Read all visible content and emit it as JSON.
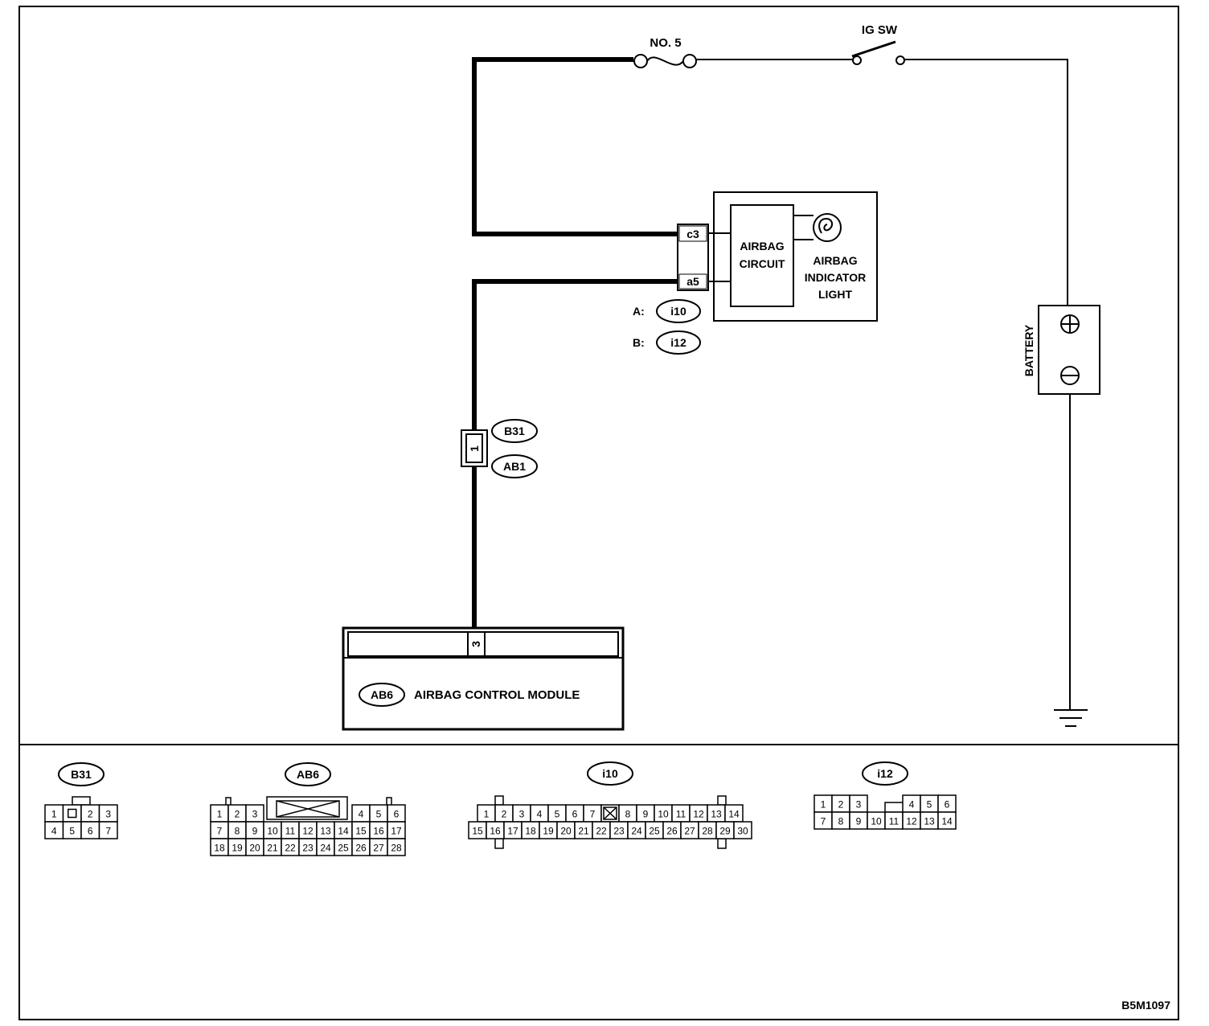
{
  "diagram": {
    "fuse": "NO. 5",
    "ignition_switch": "IG SW",
    "battery": "BATTERY",
    "battery_plus": "⊕",
    "battery_minus": "⊖",
    "combination_meter": {
      "pin_top": "c3",
      "pin_bottom": "a5",
      "circuit_line1": "AIRBAG",
      "circuit_line2": "CIRCUIT",
      "light_line1": "AIRBAG",
      "light_line2": "INDICATOR",
      "light_line3": "LIGHT",
      "connector_a_label": "A:",
      "connector_a": "i10",
      "connector_b_label": "B:",
      "connector_b": "i12"
    },
    "joint_connector": {
      "pin": "1",
      "upper": "B31",
      "lower": "AB1"
    },
    "control_module": {
      "pin": "3",
      "connector": "AB6",
      "name": "AIRBAG CONTROL MODULE"
    },
    "figure_id": "B5M1097"
  },
  "connectors": {
    "b31": {
      "name": "B31",
      "row1": [
        "1",
        "",
        "2",
        "3"
      ],
      "row2": [
        "4",
        "5",
        "6",
        "7"
      ]
    },
    "ab6": {
      "name": "AB6",
      "row1_left": [
        "1",
        "2",
        "3"
      ],
      "row1_right": [
        "4",
        "5",
        "6"
      ],
      "row2": [
        "7",
        "8",
        "9",
        "10",
        "11",
        "12",
        "13",
        "14",
        "15",
        "16",
        "17"
      ],
      "row3": [
        "18",
        "19",
        "20",
        "21",
        "22",
        "23",
        "24",
        "25",
        "26",
        "27",
        "28"
      ]
    },
    "i10": {
      "name": "i10",
      "row1": [
        "1",
        "2",
        "3",
        "4",
        "5",
        "6",
        "7",
        "",
        "8",
        "9",
        "10",
        "11",
        "12",
        "13",
        "14"
      ],
      "row2": [
        "15",
        "16",
        "17",
        "18",
        "19",
        "20",
        "21",
        "22",
        "23",
        "24",
        "25",
        "26",
        "27",
        "28",
        "29",
        "30"
      ]
    },
    "i12": {
      "name": "i12",
      "row1_left": [
        "1",
        "2",
        "3"
      ],
      "row1_right": [
        "4",
        "5",
        "6"
      ],
      "row2": [
        "7",
        "8",
        "9",
        "10",
        "11",
        "12",
        "13",
        "14"
      ]
    }
  }
}
